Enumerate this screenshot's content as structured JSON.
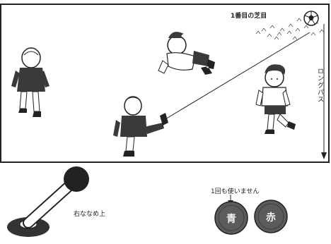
{
  "field": {
    "turf_label": "1番目の芝目",
    "long_pass_label": "ロングパス"
  },
  "controls": {
    "stick_caption": "右ななめ上",
    "buttons_caption": "1回も使いません",
    "button_blue": "青",
    "button_red": "赤"
  },
  "colors": {
    "ink": "#222222",
    "jersey": "#3a3a3a",
    "button": "#5b5b5b",
    "paper": "#ffffff"
  }
}
